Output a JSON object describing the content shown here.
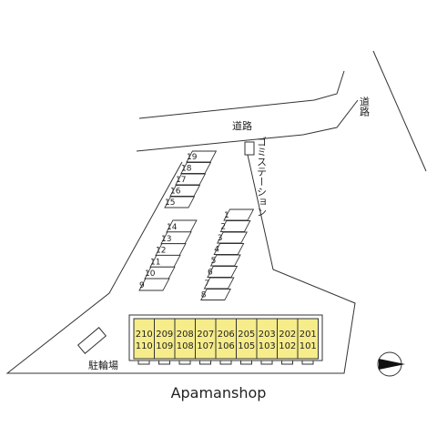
{
  "map": {
    "road_label_horizontal": "道路",
    "road_label_vertical": "道路",
    "garbage_station_label": "ゴミステーション",
    "bicycle_parking_label": "駐輪場",
    "watermark": "Apamanshop",
    "colors": {
      "unit_fill": "#f6ec8a",
      "outline": "#333333",
      "background": "#ffffff"
    },
    "icons": {
      "north_arrow": "compass-arrow-icon"
    },
    "parking_upper_row": [
      "19",
      "18",
      "17",
      "16",
      "15"
    ],
    "parking_middle_row": [
      "14",
      "13",
      "12",
      "11",
      "10",
      "9"
    ],
    "parking_right_row": [
      "1",
      "2",
      "3",
      "4",
      "5",
      "6",
      "7",
      "8"
    ],
    "building_units": [
      {
        "upper": "210",
        "lower": "110"
      },
      {
        "upper": "209",
        "lower": "109"
      },
      {
        "upper": "208",
        "lower": "108"
      },
      {
        "upper": "207",
        "lower": "107"
      },
      {
        "upper": "206",
        "lower": "106"
      },
      {
        "upper": "205",
        "lower": "105"
      },
      {
        "upper": "203",
        "lower": "103"
      },
      {
        "upper": "202",
        "lower": "102"
      },
      {
        "upper": "201",
        "lower": "101"
      }
    ]
  }
}
